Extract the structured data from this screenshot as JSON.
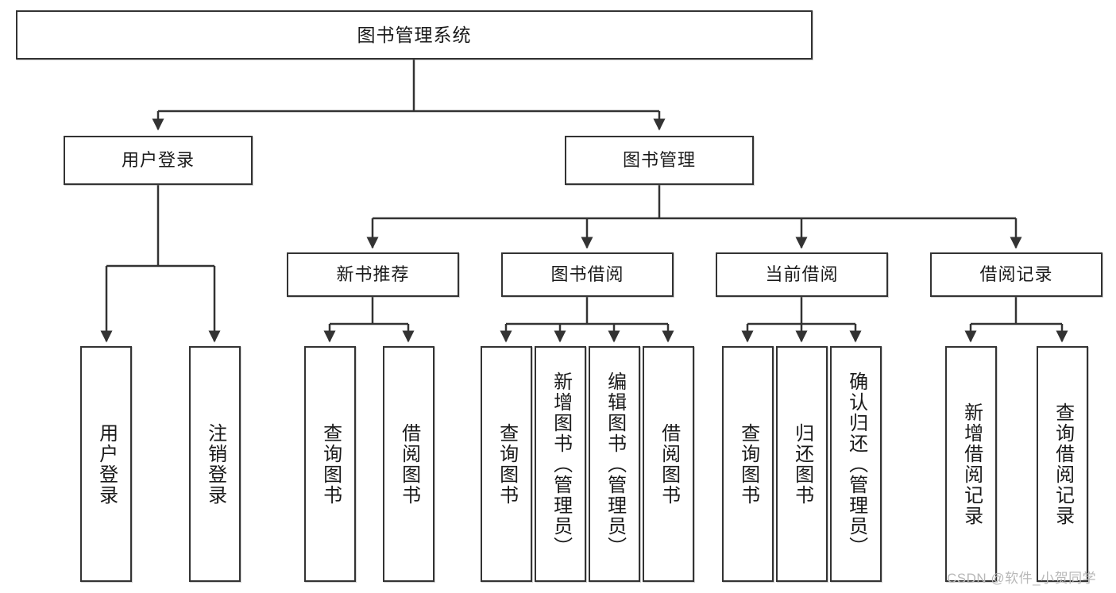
{
  "diagram": {
    "title": "图书管理系统",
    "watermark": "CSDN @软件_小贺同学",
    "line_color": "#333333",
    "box_fill": "#ffffff",
    "text_color": "#1a1a1a",
    "levels": {
      "root": {
        "label": "图书管理系统"
      },
      "level2": [
        {
          "label": "用户登录"
        },
        {
          "label": "图书管理"
        }
      ],
      "level3": [
        {
          "label": "新书推荐"
        },
        {
          "label": "图书借阅"
        },
        {
          "label": "当前借阅"
        },
        {
          "label": "借阅记录"
        }
      ],
      "leaves": {
        "user_login": [
          {
            "label": "用户登录"
          },
          {
            "label": "注销登录"
          }
        ],
        "new_book_recommend": [
          {
            "label": "查询图书"
          },
          {
            "label": "借阅图书"
          }
        ],
        "book_borrow": [
          {
            "label": "查询图书"
          },
          {
            "label": "新增图书（管理员）"
          },
          {
            "label": "编辑图书（管理员）"
          },
          {
            "label": "借阅图书"
          }
        ],
        "current_borrow": [
          {
            "label": "查询图书"
          },
          {
            "label": "归还图书"
          },
          {
            "label": "确认归还（管理员）"
          }
        ],
        "borrow_record": [
          {
            "label": "新增借阅记录"
          },
          {
            "label": "查询借阅记录"
          }
        ]
      }
    }
  }
}
